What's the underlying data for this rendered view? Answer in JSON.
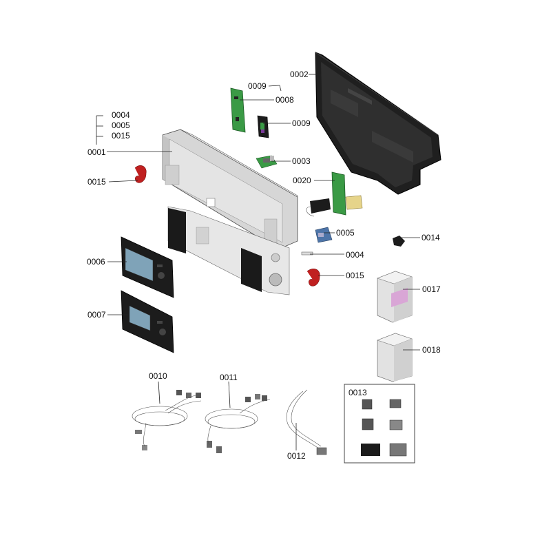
{
  "diagram": {
    "labels": {
      "p0001": "0001",
      "p0002": "0002",
      "p0003": "0003",
      "p0004_top": "0004",
      "p0004": "0004",
      "p0005_top": "0005",
      "p0005": "0005",
      "p0006": "0006",
      "p0007": "0007",
      "p0008": "0008",
      "p0009_top": "0009",
      "p0009": "0009",
      "p0010": "0010",
      "p0011": "0011",
      "p0012": "0012",
      "p0013": "0013",
      "p0014": "0014",
      "p0015_top": "0015",
      "p0015_left": "0015",
      "p0015": "0015",
      "p0017": "0017",
      "p0018": "0018",
      "p0020": "0020"
    },
    "colors": {
      "housing": "#dcdcdc",
      "back_panel": "#2a2a2a",
      "pcb": "#3a9a45",
      "clip_red": "#c02020",
      "display_frame": "#1c1c1c",
      "screen": "#7fa3b8",
      "module_box": "#e2e2e2",
      "module_label": "#d9a6d6",
      "connector_blue": "#4d74a8"
    }
  }
}
